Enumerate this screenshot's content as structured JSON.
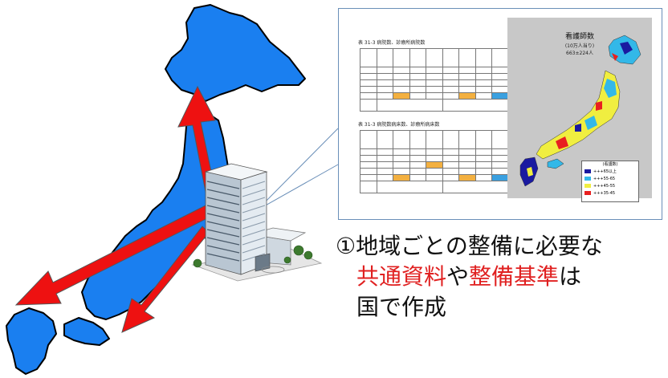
{
  "caption": {
    "line1": "①地域ごとの整備に必要な",
    "line2_red1": "共通資料",
    "line2_mid": "や",
    "line2_red2": "整備基準",
    "line2_end": "は",
    "line3": "国で作成"
  },
  "colors": {
    "japan_fill": "#1a7ff0",
    "arrow": "#ee1111",
    "caption_red": "#e02020",
    "callout_border": "#6a8fb8"
  },
  "document": {
    "table1_caption": "表 31-3  病院数、診療所病院数",
    "table2_caption": "表 31-3  病院数病床数、診療所病床数",
    "map_title": "看護師数",
    "map_subtitle1": "(10万人当り)",
    "map_subtitle2": "663±224人",
    "legend_title": "(看護数)",
    "legend_items": [
      {
        "label": "+++65以上",
        "color": "#1a1aa0"
      },
      {
        "label": "+++55-65",
        "color": "#33b8e8"
      },
      {
        "label": "+++45-55",
        "color": "#f0ee40"
      },
      {
        "label": "+++35-45",
        "color": "#e82020"
      }
    ]
  },
  "icons": [
    "japan-map-icon",
    "office-building-icon",
    "red-arrow-icon"
  ]
}
